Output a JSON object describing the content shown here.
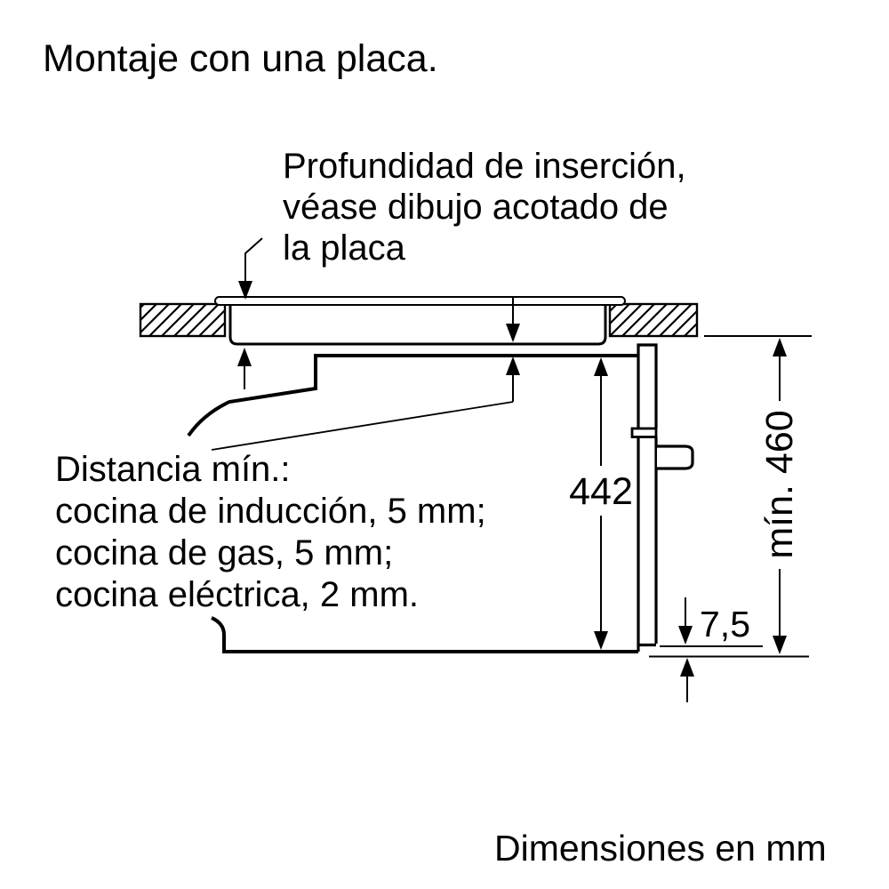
{
  "title": "Montaje con una placa.",
  "footer_note": "Dimensiones en mm",
  "callouts": {
    "insertion_depth": {
      "lines": [
        "Profundidad de inserción,",
        "véase dibujo acotado de",
        "la placa"
      ]
    },
    "min_distance": {
      "lines": [
        "Distancia mín.:",
        "cocina de inducción, 5 mm;",
        "cocina de gas, 5 mm;",
        "cocina eléctrica, 2 mm."
      ]
    }
  },
  "dimensions": {
    "appliance_height_mm": "442",
    "niche_height_mm": "mín. 460",
    "door_clearance_mm": "7,5"
  },
  "colors": {
    "line": "#000000",
    "background": "#ffffff"
  }
}
